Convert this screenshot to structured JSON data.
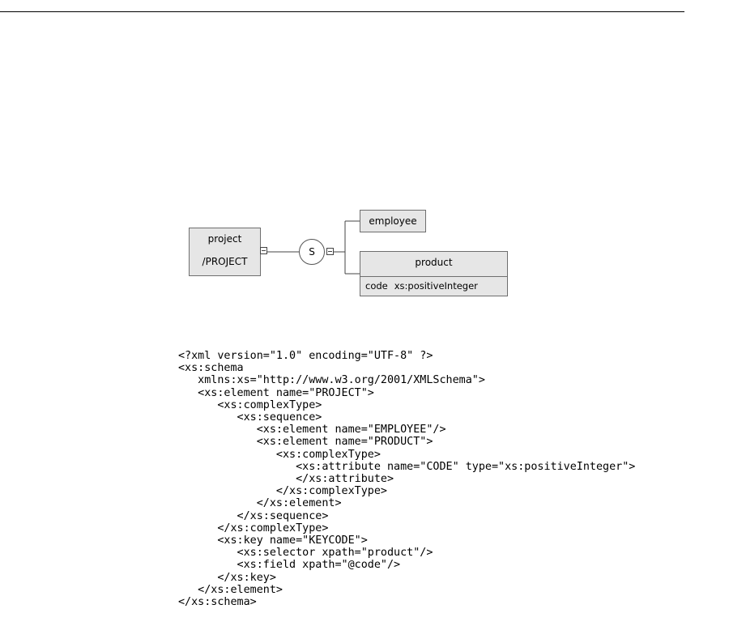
{
  "diagram": {
    "root": {
      "name": "project",
      "path": "/PROJECT"
    },
    "compositor": "S",
    "children": [
      {
        "name": "employee"
      },
      {
        "name": "product",
        "attribute": {
          "name": "code",
          "type": "xs:positiveInteger"
        }
      }
    ]
  },
  "code_lines": [
    "<?xml version=\"1.0\" encoding=\"UTF-8\" ?>",
    "<xs:schema",
    "   xmlns:xs=\"http://www.w3.org/2001/XMLSchema\">",
    "   <xs:element name=\"PROJECT\">",
    "      <xs:complexType>",
    "         <xs:sequence>",
    "            <xs:element name=\"EMPLOYEE\"/>",
    "            <xs:element name=\"PRODUCT\">",
    "               <xs:complexType>",
    "                  <xs:attribute name=\"CODE\" type=\"xs:positiveInteger\">",
    "                  </xs:attribute>",
    "               </xs:complexType>",
    "            </xs:element>",
    "         </xs:sequence>",
    "      </xs:complexType>",
    "      <xs:key name=\"KEYCODE\">",
    "         <xs:selector xpath=\"product\"/>",
    "         <xs:field xpath=\"@code\"/>",
    "      </xs:key>",
    "   </xs:element>",
    "</xs:schema>"
  ]
}
